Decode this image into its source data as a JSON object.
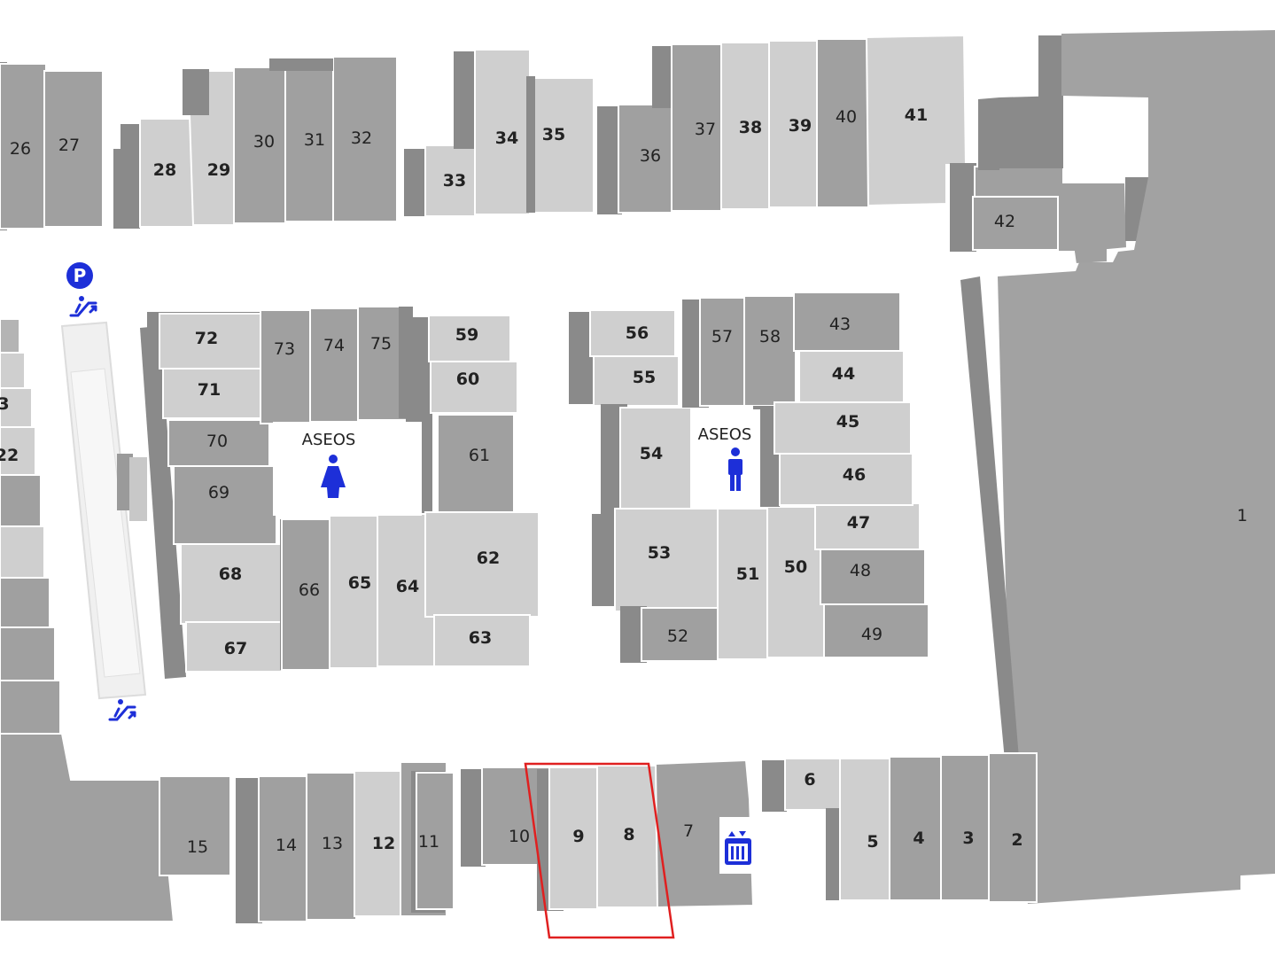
{
  "map": {
    "shop_labels": {
      "s1": "1",
      "s2": "2",
      "s3": "3",
      "s4": "4",
      "s5": "5",
      "s6": "6",
      "s7": "7",
      "s8": "8",
      "s9": "9",
      "s10": "10",
      "s11": "11",
      "s12": "12",
      "s13": "13",
      "s14": "14",
      "s15": "15",
      "s22": "22",
      "s23": "3",
      "s26": "26",
      "s27": "27",
      "s28": "28",
      "s29": "29",
      "s30": "30",
      "s31": "31",
      "s32": "32",
      "s33": "33",
      "s34": "34",
      "s35": "35",
      "s36": "36",
      "s37": "37",
      "s38": "38",
      "s39": "39",
      "s40": "40",
      "s41": "41",
      "s42": "42",
      "s43": "43",
      "s44": "44",
      "s45": "45",
      "s46": "46",
      "s47": "47",
      "s48": "48",
      "s49": "49",
      "s50": "50",
      "s51": "51",
      "s52": "52",
      "s53": "53",
      "s54": "54",
      "s55": "55",
      "s56": "56",
      "s57": "57",
      "s58": "58",
      "s59": "59",
      "s60": "60",
      "s61": "61",
      "s62": "62",
      "s63": "63",
      "s64": "64",
      "s65": "65",
      "s66": "66",
      "s67": "67",
      "s68": "68",
      "s69": "69",
      "s70": "70",
      "s71": "71",
      "s72": "72",
      "s73": "73",
      "s74": "74",
      "s75": "75"
    },
    "restrooms": [
      {
        "label": "ASEOS",
        "type": "women"
      },
      {
        "label": "ASEOS",
        "type": "men"
      }
    ],
    "icons": {
      "parking": {
        "symbol": "P",
        "name": "parking-icon"
      },
      "escalator": "escalator-icon",
      "elevator": "elevator-icon"
    },
    "highlight": {
      "shops": [
        "9",
        "8"
      ],
      "color": "#e02020"
    },
    "colors": {
      "background": "#ffffff",
      "shop_light": "#cfcfcf",
      "shop_mid": "#b4b4b4",
      "shop_dark": "#a0a0a0",
      "wall": "#8a8a8a",
      "icon_blue": "#1d2fd8"
    }
  }
}
